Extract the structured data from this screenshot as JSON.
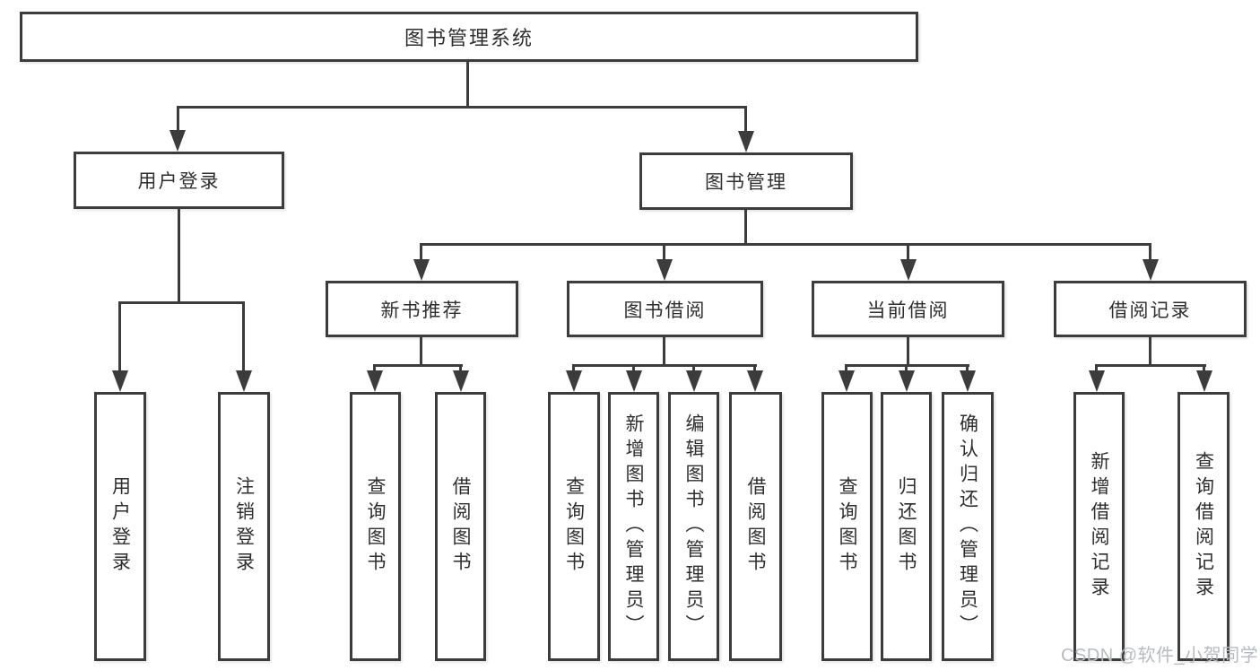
{
  "diagram": {
    "title": "图书管理系统",
    "watermark": "CSDN @软件_小贺同学",
    "colors": {
      "line": "#3c3c3c",
      "text": "#2e2e2e",
      "background": "#ffffff",
      "watermark": "#b7bbc0"
    },
    "nodes": {
      "root": "图书管理系统",
      "user_login": "用户登录",
      "book_mgmt": "图书管理",
      "new_book_rec": "新书推荐",
      "book_borrow": "图书借阅",
      "current_borrow": "当前借阅",
      "borrow_record": "借阅记录",
      "leaf_user_login": "用户登录",
      "leaf_logout": "注销登录",
      "leaf_nbr_query": "查询图书",
      "leaf_nbr_borrow": "借阅图书",
      "leaf_bb_query": "查询图书",
      "leaf_bb_add": "新增图书（管理员）",
      "leaf_bb_edit": "编辑图书（管理员）",
      "leaf_bb_borrow": "借阅图书",
      "leaf_cb_query": "查询图书",
      "leaf_cb_return": "归还图书",
      "leaf_cb_confirm": "确认归还（管理员）",
      "leaf_br_add": "新增借阅记录",
      "leaf_br_query": "查询借阅记录"
    }
  }
}
